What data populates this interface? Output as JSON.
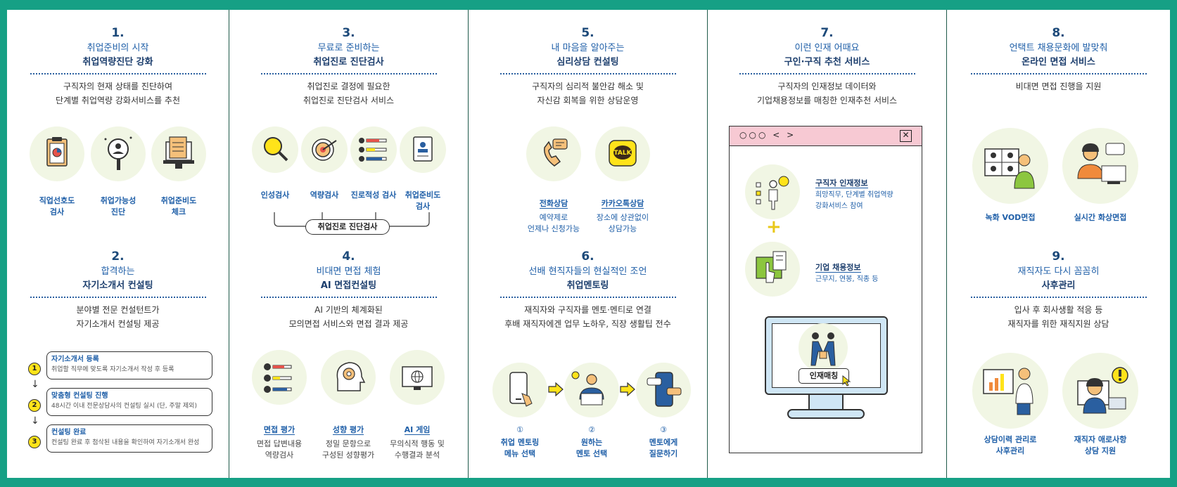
{
  "colors": {
    "frame": "#16a085",
    "accent": "#1f5fa8",
    "circle": "#f1f6e4",
    "yellow": "#ffe31a"
  },
  "s1": {
    "num": "1.",
    "sub": "취업준비의 시작",
    "title": "취업역량진단 강화",
    "desc1": "구직자의 현재 상태를 진단하여",
    "desc2": "단계별 취업역량 강화서비스를 추천",
    "items": [
      {
        "l1": "직업선호도",
        "l2": "검사"
      },
      {
        "l1": "취업가능성",
        "l2": "진단"
      },
      {
        "l1": "취업준비도",
        "l2": "체크"
      }
    ]
  },
  "s2": {
    "num": "2.",
    "sub": "합격하는",
    "title": "자기소개서 컨설팅",
    "desc1": "분야별 전문 컨설턴트가",
    "desc2": "자기소개서 컨설팅 제공",
    "steps": [
      {
        "n": "1",
        "title": "자기소개서 등록",
        "desc": "취업할 직무에 맞도록 자기소개서 작성 후 등록"
      },
      {
        "n": "2",
        "title": "맞춤형 컨설팅 진행",
        "desc": "48시간 이내 전문상담사의 컨설팅 실시 (단, 주말 제외)"
      },
      {
        "n": "3",
        "title": "컨설팅 완료",
        "desc": "컨설팅 완료 후 첨삭된 내용을 확인하여 자기소개서 완성"
      }
    ],
    "arrow": "↓"
  },
  "s3": {
    "num": "3.",
    "sub": "무료로 준비하는",
    "title": "취업진로 진단검사",
    "desc1": "취업진로 결정에 필요한",
    "desc2": "취업진로 진단검사 서비스",
    "items": [
      {
        "l1": "인성검사",
        "l2": ""
      },
      {
        "l1": "역량검사",
        "l2": ""
      },
      {
        "l1": "진로적성 검사",
        "l2": ""
      },
      {
        "l1": "취업준비도",
        "l2": "검사"
      }
    ],
    "bracket": "취업진로 진단검사"
  },
  "s4": {
    "num": "4.",
    "sub": "비대면 면접 체험",
    "title": "AI 면접컨설팅",
    "desc1": "AI 기반의 체계화된",
    "desc2": "모의면접 서비스와 면접 결과 제공",
    "items": [
      {
        "t": "면접 평가",
        "d1": "면접 답변내용",
        "d2": "역량검사"
      },
      {
        "t": "성향 평가",
        "d1": "정밀 문항으로",
        "d2": "구성된 성향평가"
      },
      {
        "t": "AI 게임",
        "d1": "무의식적 행동 및",
        "d2": "수행결과 분석"
      }
    ]
  },
  "s5": {
    "num": "5.",
    "sub": "내 마음을 알아주는",
    "title": "심리상담 컨설팅",
    "desc1": "구직자의 심리적 불안감 해소 및",
    "desc2": "자신감 회복을 위한 상담운영",
    "items": [
      {
        "t": "전화상담",
        "d1": "예약제로",
        "d2": "언제나 신청가능"
      },
      {
        "t": "카카오톡상담",
        "d1": "장소에 상관없이",
        "d2": "상담가능"
      }
    ],
    "talk": "TALK"
  },
  "s6": {
    "num": "6.",
    "sub": "선배 현직자들의 현실적인 조언",
    "title": "취업멘토링",
    "desc1": "재직자와 구직자를 멘토·멘티로 연결",
    "desc2": "후배 재직자에겐 업무 노하우, 직장 생활팁 전수",
    "items": [
      {
        "n": "①",
        "l1": "취업 멘토링",
        "l2": "메뉴 선택"
      },
      {
        "n": "②",
        "l1": "원하는",
        "l2": "멘토 선택"
      },
      {
        "n": "③",
        "l1": "멘토에게",
        "l2": "질문하기"
      }
    ]
  },
  "s7": {
    "num": "7.",
    "sub": "이런 인재 어때요",
    "title": "구인·구직 추천 서비스",
    "desc1": "구직자의 인재정보 데이터와",
    "desc2": "기업채용정보를 매칭한 인재추천 서비스",
    "window": {
      "controls": "○○○ < >",
      "close": "✕",
      "seeker_title": "구직자 인재정보",
      "seeker_d1": "희망직무, 단계별 취업역량",
      "seeker_d2": "강화서비스 참여",
      "plus": "+",
      "company_title": "기업 채용정보",
      "company_d1": "근무지, 연봉, 직종 등",
      "match_button": "인재매칭"
    }
  },
  "s8": {
    "num": "8.",
    "sub": "언택트 채용문화에 발맞춰",
    "title": "온라인 면접 서비스",
    "desc1": "비대면 면접 진행을 지원",
    "items": [
      {
        "l1": "녹화 VOD면접"
      },
      {
        "l1": "실시간 화상면접"
      }
    ]
  },
  "s9": {
    "num": "9.",
    "sub": "재직자도 다시 꼼꼼히",
    "title": "사후관리",
    "desc1": "입사 후 회사생활 적응 등",
    "desc2": "재직자를 위한 재직지원 상담",
    "items": [
      {
        "l1": "상담이력 관리로",
        "l2": "사후관리"
      },
      {
        "l1": "재직자 애로사항",
        "l2": "상담 지원"
      }
    ]
  }
}
